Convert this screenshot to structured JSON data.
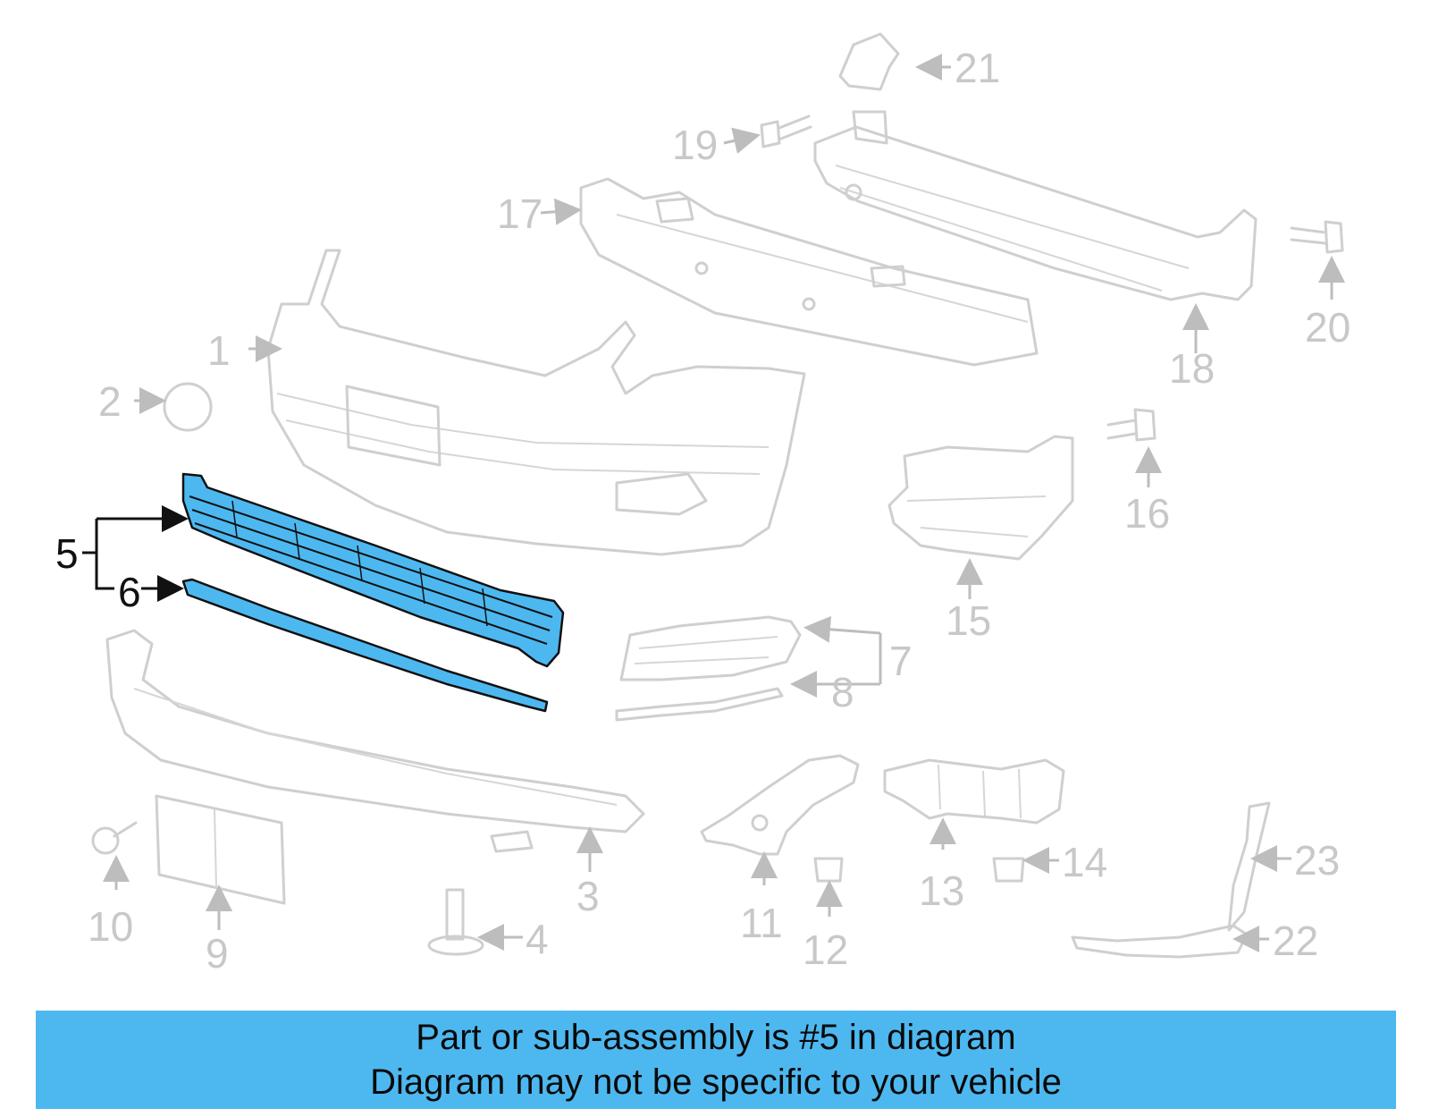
{
  "diagram": {
    "highlight_color": "#4db8f0",
    "callouts": {
      "c1": "1",
      "c2": "2",
      "c3": "3",
      "c4": "4",
      "c5": "5",
      "c6": "6",
      "c7": "7",
      "c8": "8",
      "c9": "9",
      "c10": "10",
      "c11": "11",
      "c12": "12",
      "c13": "13",
      "c14": "14",
      "c15": "15",
      "c16": "16",
      "c17": "17",
      "c18": "18",
      "c19": "19",
      "c20": "20",
      "c21": "21",
      "c22": "22",
      "c23": "23"
    }
  },
  "banner": {
    "line1": "Part or sub-assembly is #5 in diagram",
    "line2": "Diagram may not be specific to your vehicle"
  }
}
